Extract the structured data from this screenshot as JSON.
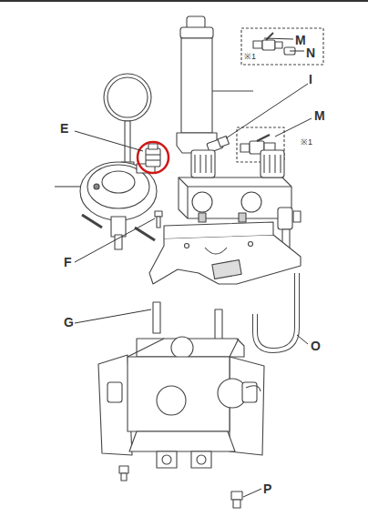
{
  "diagram": {
    "labels": [
      "M",
      "N",
      "※1",
      "I",
      "M",
      "※1",
      "E",
      "F",
      "G",
      "O",
      "P"
    ]
  }
}
